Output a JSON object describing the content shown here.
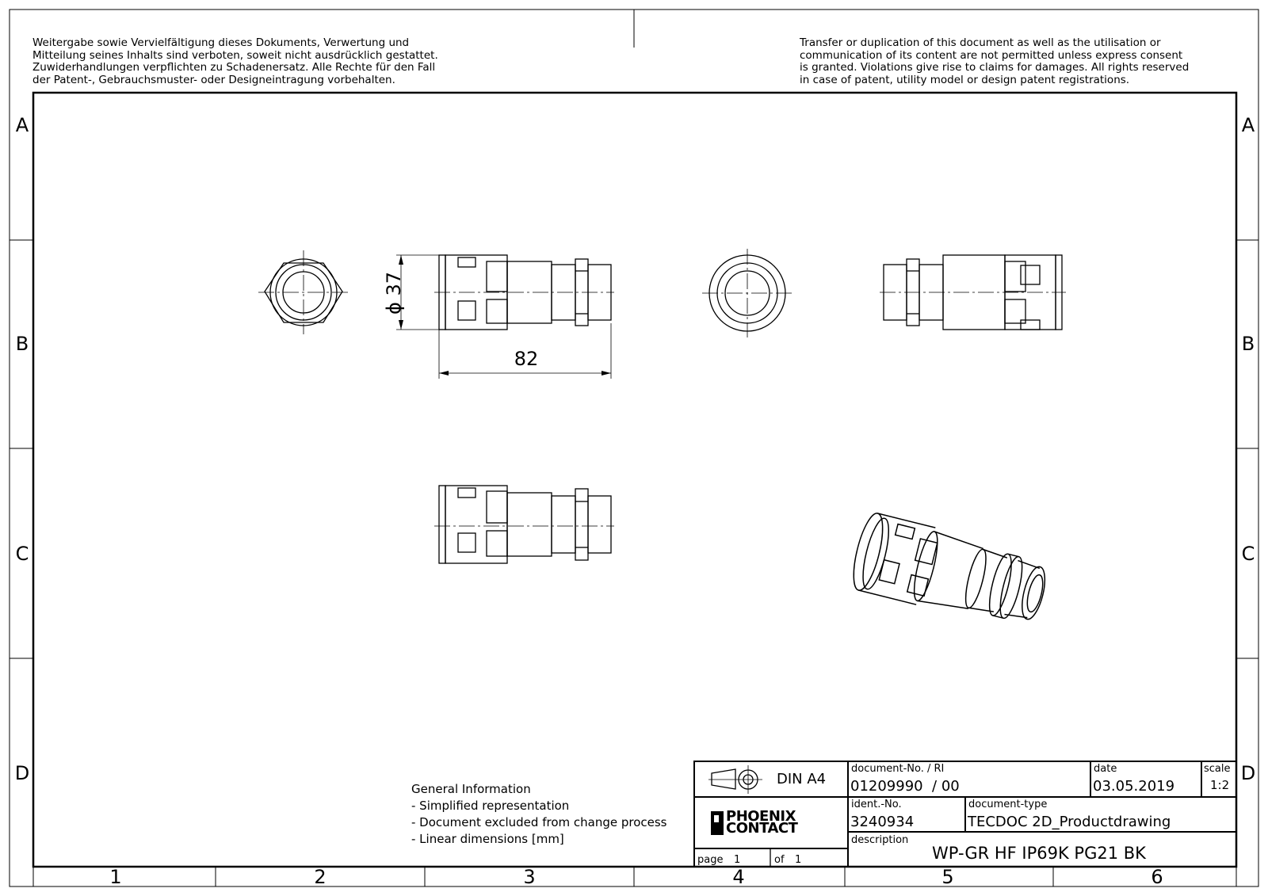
{
  "legal": {
    "de": "Weitergabe sowie Vervielfältigung dieses Dokuments, Verwertung und\nMitteilung seines Inhalts sind verboten, soweit nicht ausdrücklich gestattet.\nZuwiderhandlungen verpflichten zu Schadenersatz. Alle Rechte für den Fall\nder Patent-, Gebrauchsmuster- oder Designeintragung vorbehalten.",
    "en": "Transfer or duplication of this document as well as the utilisation or\ncommunication of its content are not permitted unless express consent\nis granted. Violations give rise to claims for damages. All rights reserved\nin case of patent, utility model or design patent registrations."
  },
  "grid": {
    "rows": [
      "A",
      "B",
      "C",
      "D"
    ],
    "cols": [
      "1",
      "2",
      "3",
      "4",
      "5",
      "6"
    ]
  },
  "dimensions": {
    "diameter": "ϕ 37",
    "length": "82"
  },
  "general_info": {
    "heading": "General Information",
    "items": [
      "- Simplified representation",
      "- Document excluded from change process",
      "- Linear dimensions [mm]"
    ]
  },
  "title_block": {
    "format": "DIN A4",
    "logo_line1": "PHOENIX",
    "logo_line2": "CONTACT",
    "page_label": "page",
    "page_value": "1",
    "of_label": "of",
    "of_value": "1",
    "doc_no_label": "document-No. / RI",
    "doc_no_value": "01209990  / 00",
    "date_label": "date",
    "date_value": "03.05.2019",
    "scale_label": "scale",
    "scale_value": "1:2",
    "ident_label": "ident.-No.",
    "ident_value": "3240934",
    "doc_type_label": "document-type",
    "doc_type_value": "TECDOC 2D_Productdrawing",
    "desc_label": "description",
    "desc_value": "WP-GR HF IP69K PG21 BK"
  }
}
